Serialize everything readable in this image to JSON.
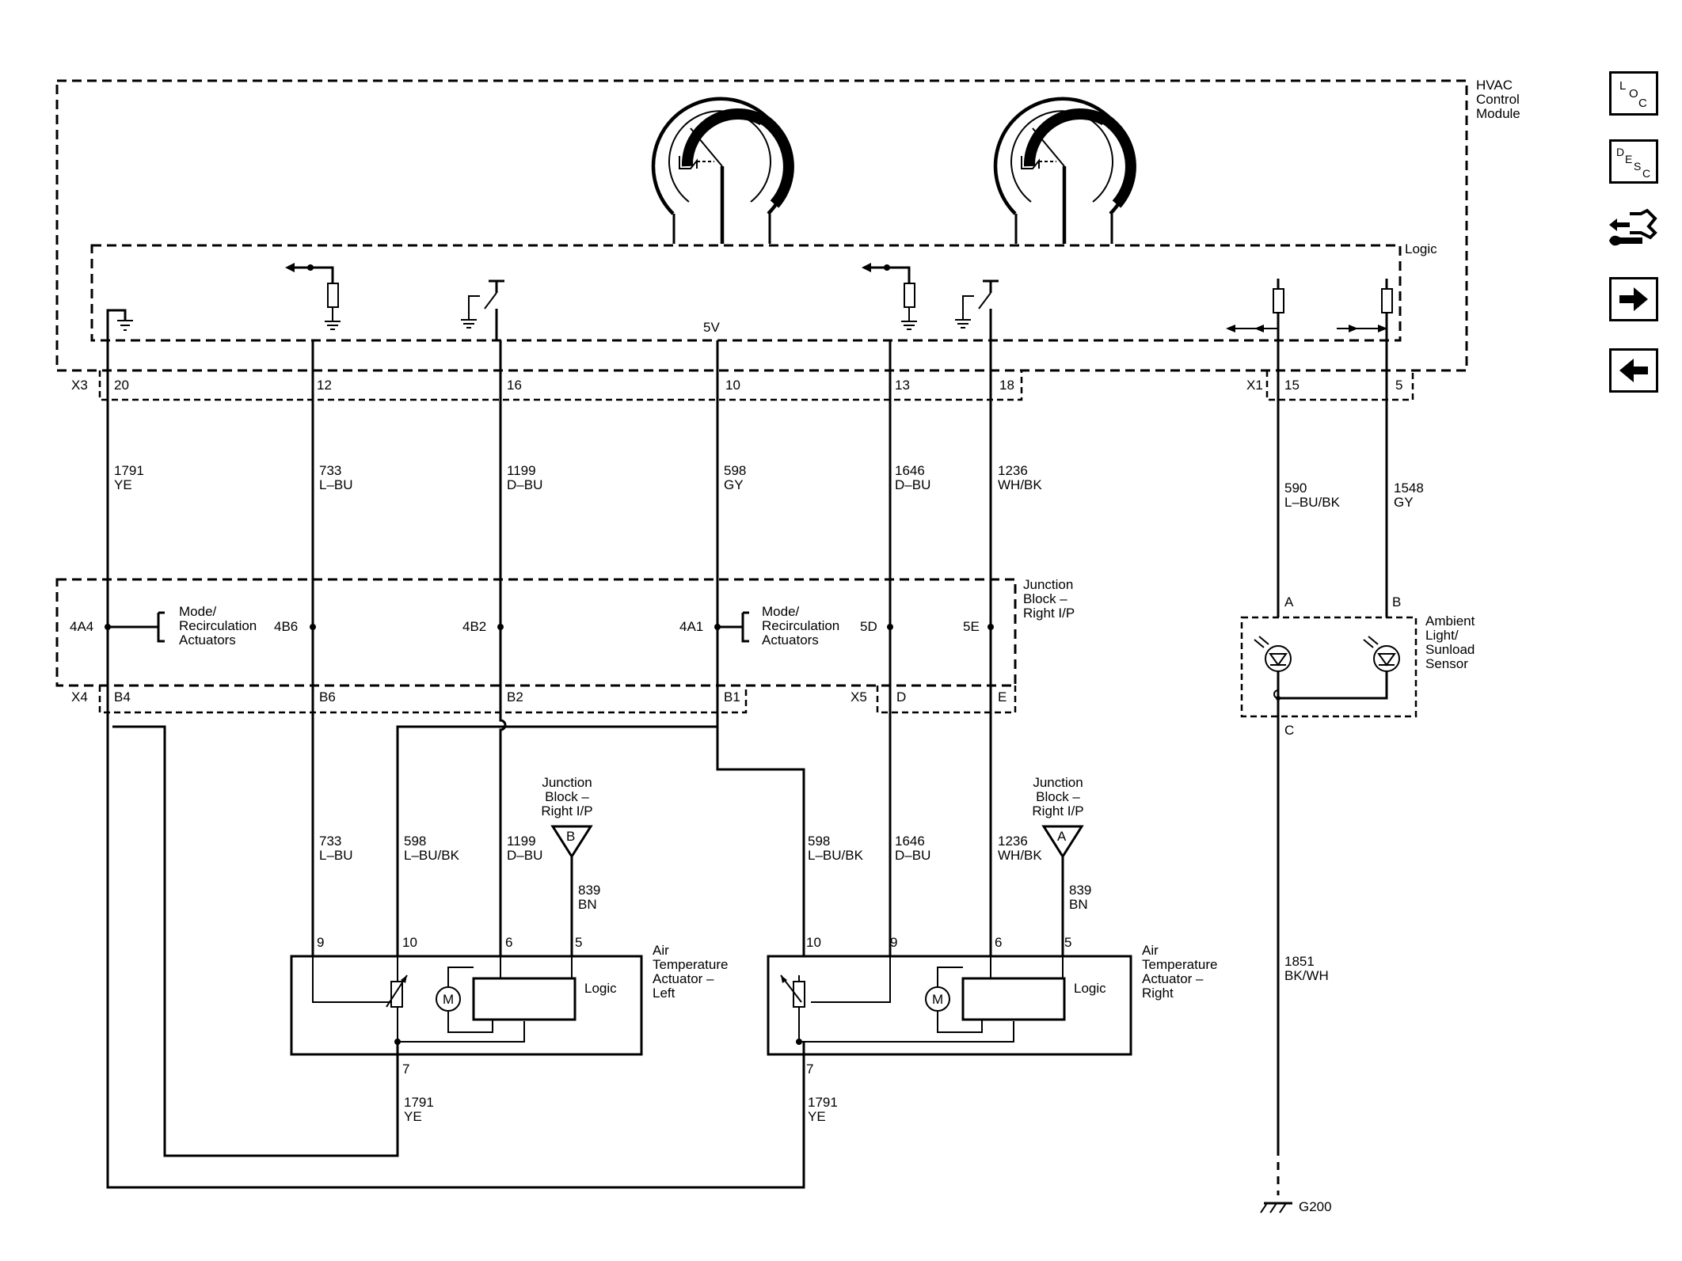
{
  "module": {
    "name": "HVAC\nControl\nModule",
    "logic": "Logic",
    "five_v": "5V"
  },
  "connectors": {
    "x3": {
      "id": "X3",
      "pins": [
        "20",
        "12",
        "16",
        "10",
        "13",
        "18"
      ]
    },
    "x1": {
      "id": "X1",
      "pins": [
        "15",
        "5"
      ]
    },
    "x4": {
      "id": "X4",
      "pins": [
        "B4",
        "B6",
        "B2",
        "B1"
      ]
    },
    "x5": {
      "id": "X5",
      "pins": [
        "D",
        "E"
      ]
    }
  },
  "upper_wires": [
    {
      "circuit": "1791",
      "color": "YE"
    },
    {
      "circuit": "733",
      "color": "L–BU"
    },
    {
      "circuit": "1199",
      "color": "D–BU"
    },
    {
      "circuit": "598",
      "color": "GY"
    },
    {
      "circuit": "1646",
      "color": "D–BU"
    },
    {
      "circuit": "1236",
      "color": "WH/BK"
    },
    {
      "circuit": "590",
      "color": "L–BU/BK"
    },
    {
      "circuit": "1548",
      "color": "GY"
    }
  ],
  "junction_block": {
    "name": "Junction\nBlock –\nRight I/P",
    "terminals": [
      "4A4",
      "4B6",
      "4B2",
      "4A1",
      "5D",
      "5E"
    ],
    "branch_left": "Mode/\nRecirculation\nActuators",
    "branch_right": "Mode/\nRecirculation\nActuators"
  },
  "sensor": {
    "name": "Ambient\nLight/\nSunload\nSensor",
    "pins": [
      "A",
      "B",
      "C"
    ]
  },
  "ground": {
    "wire_circuit": "1851",
    "wire_color": "BK/WH",
    "label": "G200"
  },
  "actuator_left": {
    "name": "Air\nTemperature\nActuator –\nLeft",
    "logic": "Logic",
    "motor": "M",
    "pins": [
      "9",
      "10",
      "6",
      "5",
      "7"
    ],
    "wires": [
      {
        "circuit": "733",
        "color": "L–BU"
      },
      {
        "circuit": "598",
        "color": "L–BU/BK"
      },
      {
        "circuit": "1199",
        "color": "D–BU"
      },
      {
        "circuit": "839",
        "color": "BN"
      },
      {
        "circuit": "1791",
        "color": "YE"
      }
    ],
    "supply": {
      "name": "Junction\nBlock –\nRight I/P",
      "terminal": "B"
    }
  },
  "actuator_right": {
    "name": "Air\nTemperature\nActuator –\nRight",
    "logic": "Logic",
    "motor": "M",
    "pins": [
      "10",
      "9",
      "6",
      "5",
      "7"
    ],
    "wires": [
      {
        "circuit": "598",
        "color": "L–BU/BK"
      },
      {
        "circuit": "1646",
        "color": "D–BU"
      },
      {
        "circuit": "1236",
        "color": "WH/BK"
      },
      {
        "circuit": "839",
        "color": "BN"
      },
      {
        "circuit": "1791",
        "color": "YE"
      }
    ],
    "supply": {
      "name": "Junction\nBlock –\nRight I/P",
      "terminal": "A"
    }
  },
  "nav": {
    "loc": {
      "letters": [
        "L",
        "O",
        "C"
      ],
      "icon": "location-icon"
    },
    "desc": {
      "letters": [
        "D",
        "E",
        "S",
        "C"
      ],
      "icon": "description-icon"
    },
    "connector_icon": "connector-wrench-icon",
    "next_icon": "arrow-right-icon",
    "prev_icon": "arrow-left-icon"
  }
}
